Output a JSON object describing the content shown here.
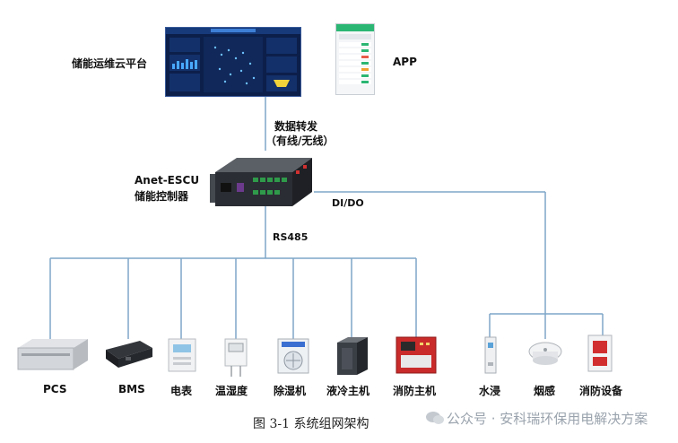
{
  "cloud": {
    "label": "储能运维云平台"
  },
  "app": {
    "label": "APP"
  },
  "transfer": {
    "line1": "数据转发",
    "line2": "（有线/无线）"
  },
  "controller": {
    "model": "Anet-ESCU",
    "name": "储能控制器"
  },
  "links": {
    "dido": "DI/DO",
    "rs485": "RS485"
  },
  "devices": [
    {
      "label": "PCS"
    },
    {
      "label": "BMS"
    },
    {
      "label": "电表"
    },
    {
      "label": "温湿度"
    },
    {
      "label": "除湿机"
    },
    {
      "label": "液冷主机"
    },
    {
      "label": "消防主机"
    },
    {
      "label": "水浸"
    },
    {
      "label": "烟感"
    },
    {
      "label": "消防设备"
    }
  ],
  "caption": "图 3-1 系统组网架构",
  "watermark": "公众号 · 安科瑞环保用电解决方案",
  "colors": {
    "line": "#7fa6c8"
  }
}
